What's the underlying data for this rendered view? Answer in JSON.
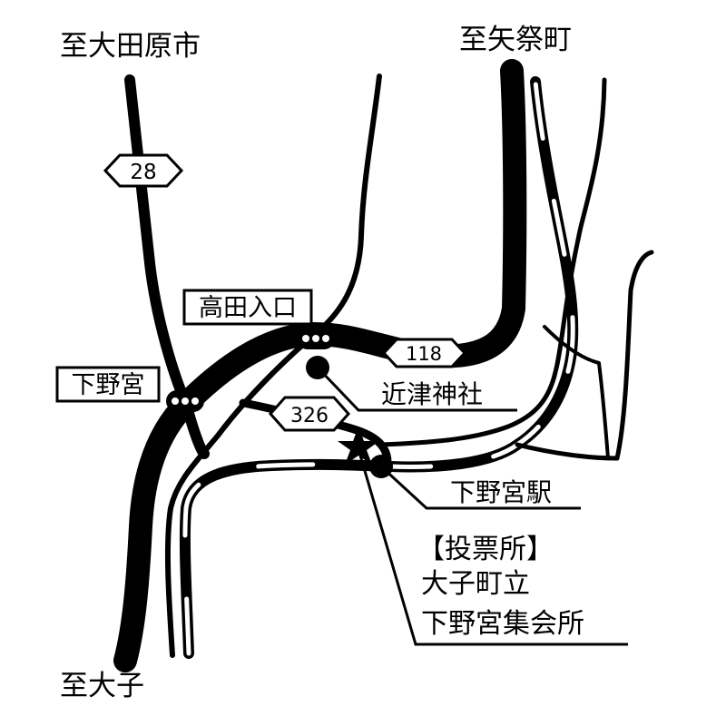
{
  "destinations": {
    "ohtawara": "至大田原市",
    "yamatsuri": "至矢祭町",
    "daigo": "至大子"
  },
  "route_shields": {
    "r28": "28",
    "r118": "118",
    "r326": "326"
  },
  "intersections": {
    "takada_iriguchi": "高田入口",
    "shimonomiya": "下野宮"
  },
  "landmarks": {
    "shrine": "近津神社",
    "station": "下野宮駅"
  },
  "polling_place": {
    "heading": "【投票所】",
    "line1": "大子町立",
    "line2": "下野宮集会所"
  },
  "colors": {
    "ink": "#000000",
    "paper": "#ffffff"
  }
}
